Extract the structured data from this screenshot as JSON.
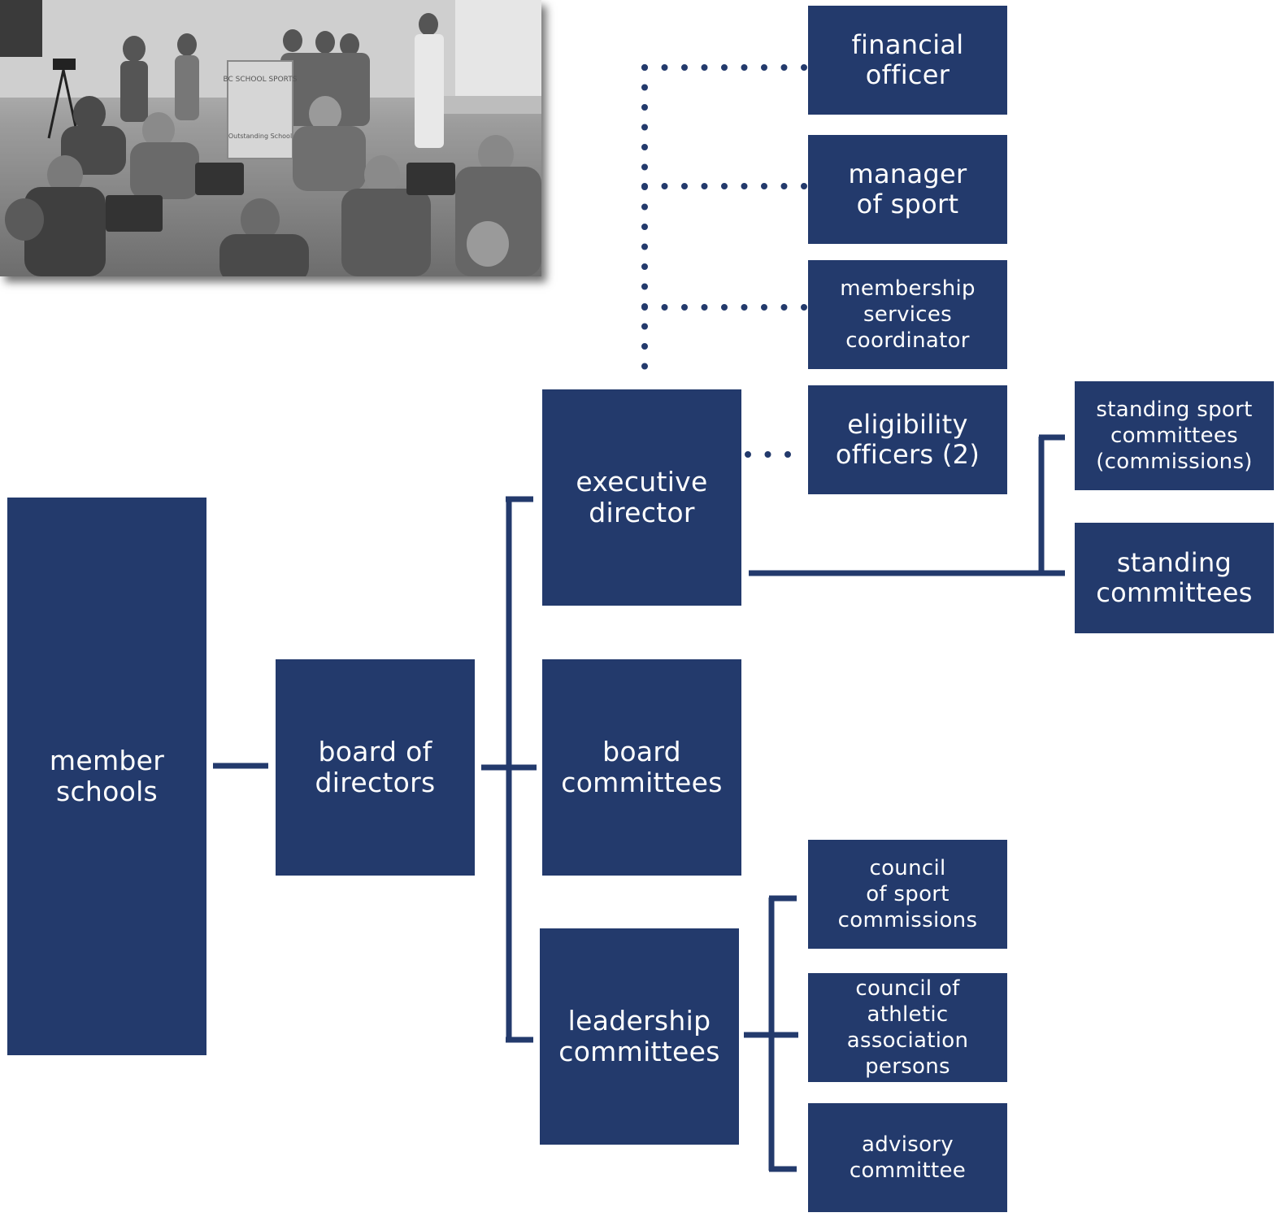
{
  "colors": {
    "box_fill": "#233a6c",
    "line": "#233a6c",
    "text": "#ffffff"
  },
  "photo": {
    "description_name": "meeting-photo",
    "banner_text": "BC SCHOOL SPORTS",
    "banner_subtext": "Outstanding School"
  },
  "nodes": {
    "member_schools": "member\nschools",
    "board_of_directors": "board of\ndirectors",
    "executive_director": "executive\ndirector",
    "board_committees": "board\ncommittees",
    "leadership_committees": "leadership\ncommittees",
    "financial_officer": "financial\nofficer",
    "manager_of_sport": "manager\nof sport",
    "membership_services_coordinator": "membership\nservices\ncoordinator",
    "eligibility_officers": "eligibility\nofficers (2)",
    "standing_sport_committees": "standing sport\ncommittees\n(commissions)",
    "standing_committees": "standing\ncommittees",
    "council_of_sport_commissions": "council\nof sport\ncommissions",
    "council_of_athletic_association_persons": "council of\nathletic\nassociation\npersons",
    "advisory_committee": "advisory\ncommittee"
  }
}
